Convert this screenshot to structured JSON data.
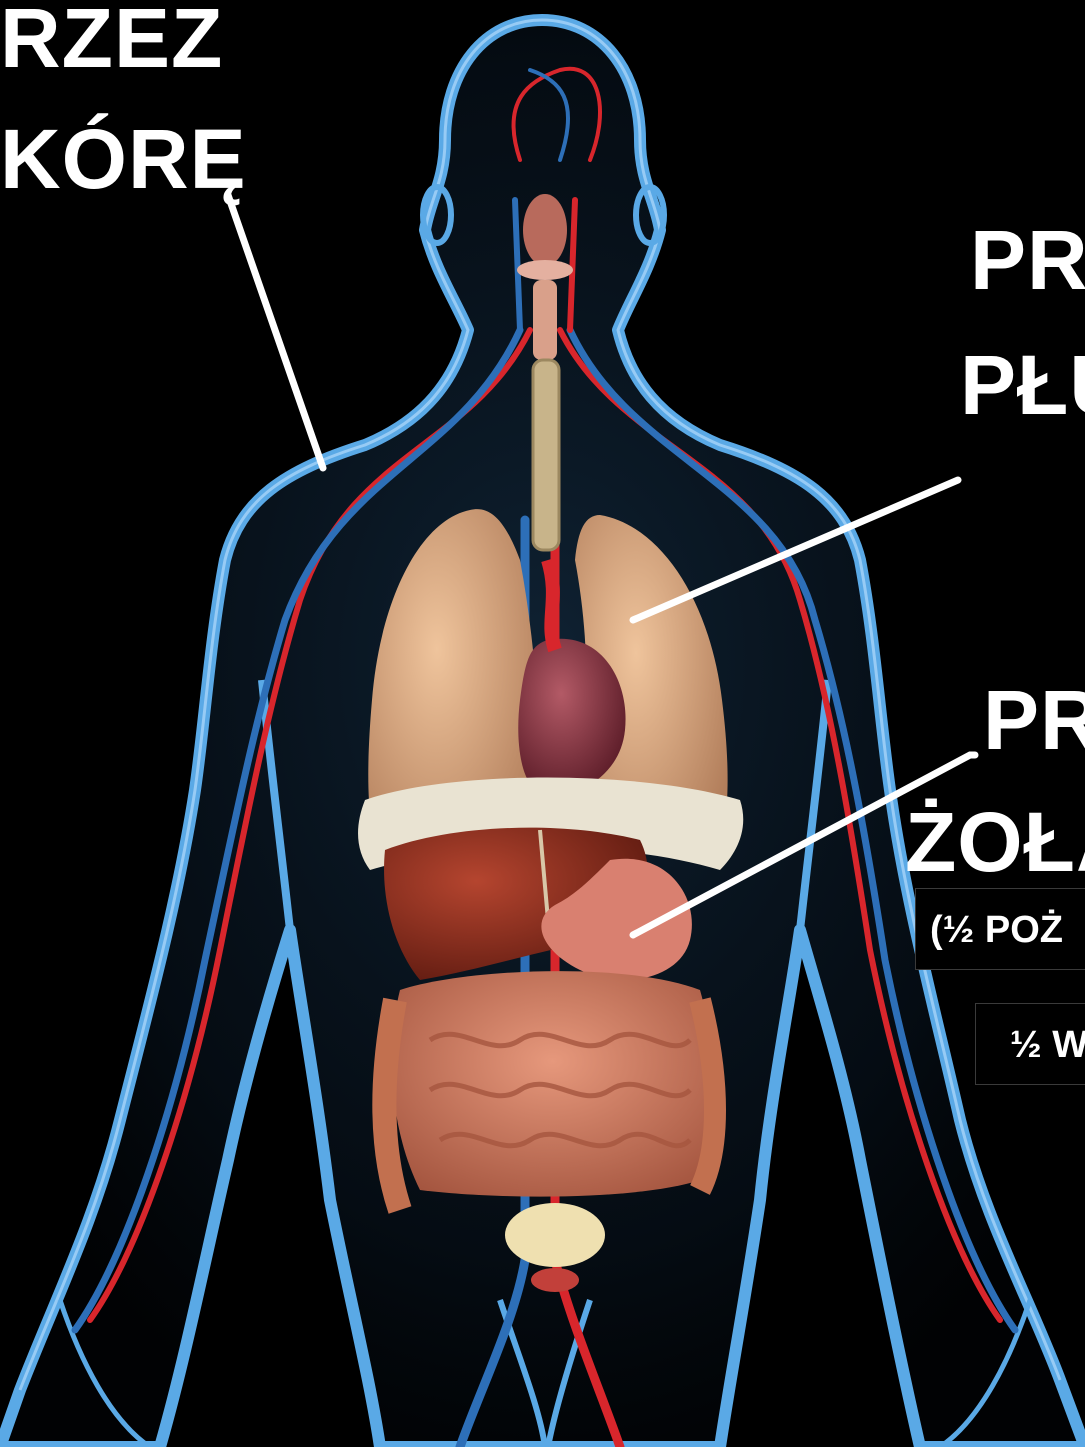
{
  "labels": {
    "skin_line1": "RZEZ",
    "skin_line2": "KÓRĘ",
    "lungs_line1": "PR",
    "lungs_line2": "PŁU",
    "stomach_line1": "PR",
    "stomach_line2": "ŻOŁA",
    "stomach_note1": "(½ POŻ",
    "stomach_note2": "½ W"
  },
  "colors": {
    "background": "#000000",
    "body_outline": "#5aa9e6",
    "artery": "#d8262c",
    "vein": "#2d6fb8",
    "lungs": "#d8a57e",
    "heart": "#8e2f3f",
    "liver": "#8b2a1c",
    "stomach": "#d98070",
    "intestines": "#d27e63",
    "diaphragm": "#e9e3d2",
    "trachea": "#c8b48a",
    "callout_line": "#ffffff"
  },
  "icons": [
    "human-anatomy-illustration"
  ]
}
